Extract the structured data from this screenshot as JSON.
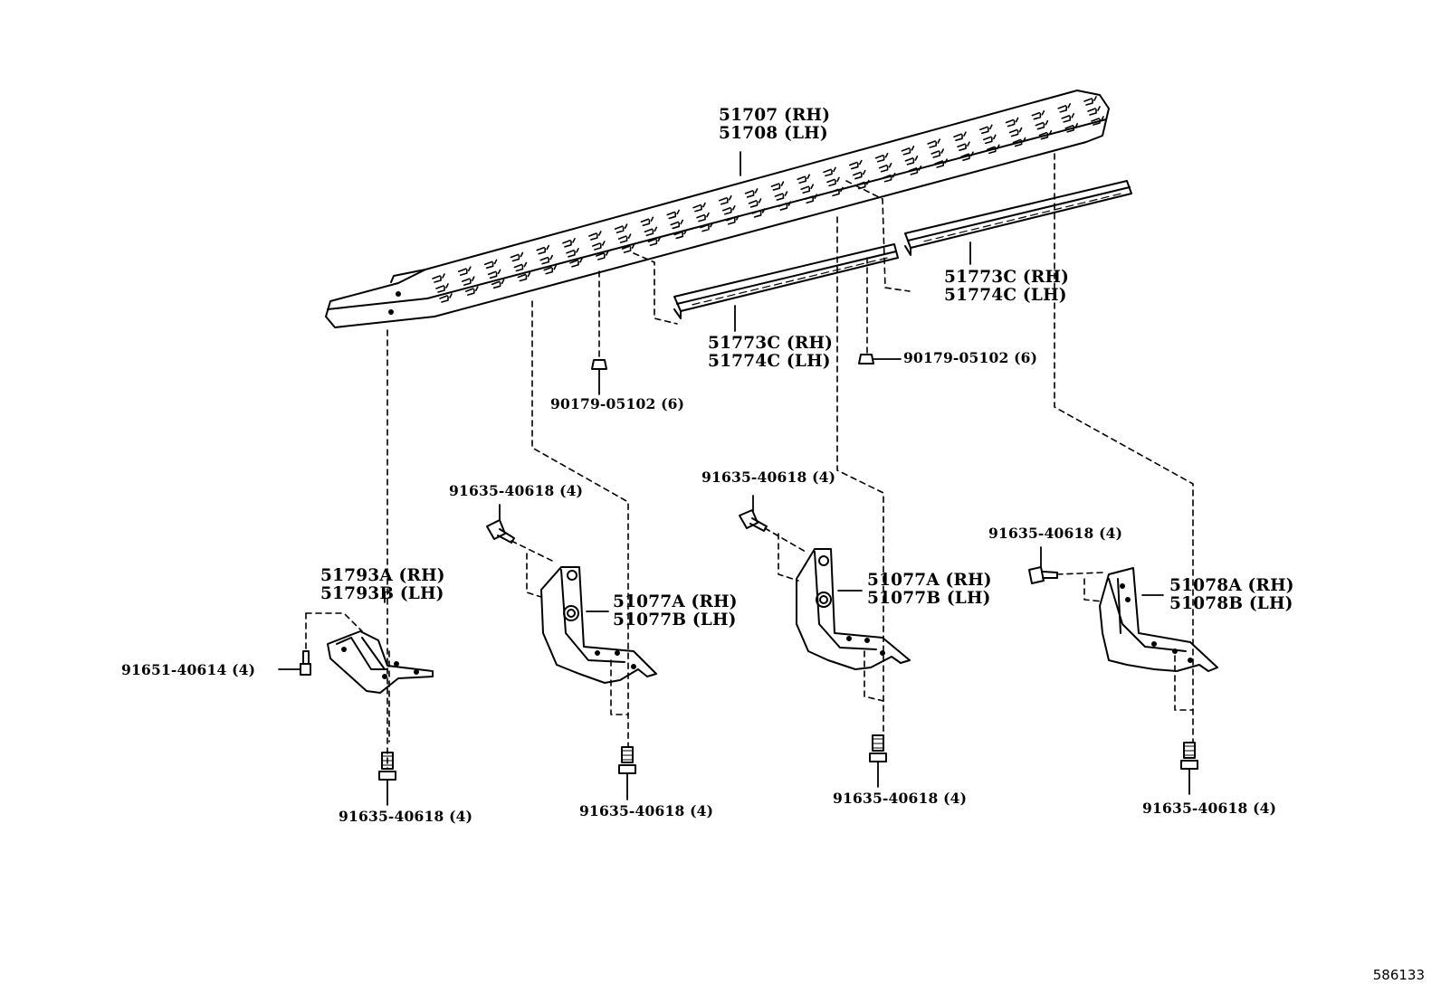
{
  "labels": {
    "step_board": [
      "51707 (RH)",
      "51708 (LH)"
    ],
    "mold_left": [
      "51773C (RH)",
      "51774C (LH)"
    ],
    "mold_right": [
      "51773C (RH)",
      "51774C (LH)"
    ],
    "clip_left": "90179-05102 (6)",
    "clip_right": "90179-05102 (6)",
    "bracket_front": [
      "51793A (RH)",
      "51793B (LH)"
    ],
    "bracket_front_bolt": "91651-40614 (4)",
    "bracket_front_bottom_bolt": "91635-40618 (4)",
    "bracket_2_top_bolt": "91635-40618 (4)",
    "bracket_2": [
      "51077A (RH)",
      "51077B (LH)"
    ],
    "bracket_2_bottom_bolt": "91635-40618 (4)",
    "bracket_3_top_bolt": "91635-40618 (4)",
    "bracket_3": [
      "51077A (RH)",
      "51077B (LH)"
    ],
    "bracket_3_bottom_bolt": "91635-40618 (4)",
    "bracket_4_top_bolt": "91635-40618 (4)",
    "bracket_4": [
      "51078A (RH)",
      "51078B (LH)"
    ],
    "bracket_4_bottom_bolt": "91635-40618 (4)"
  },
  "figure_id": "586133"
}
